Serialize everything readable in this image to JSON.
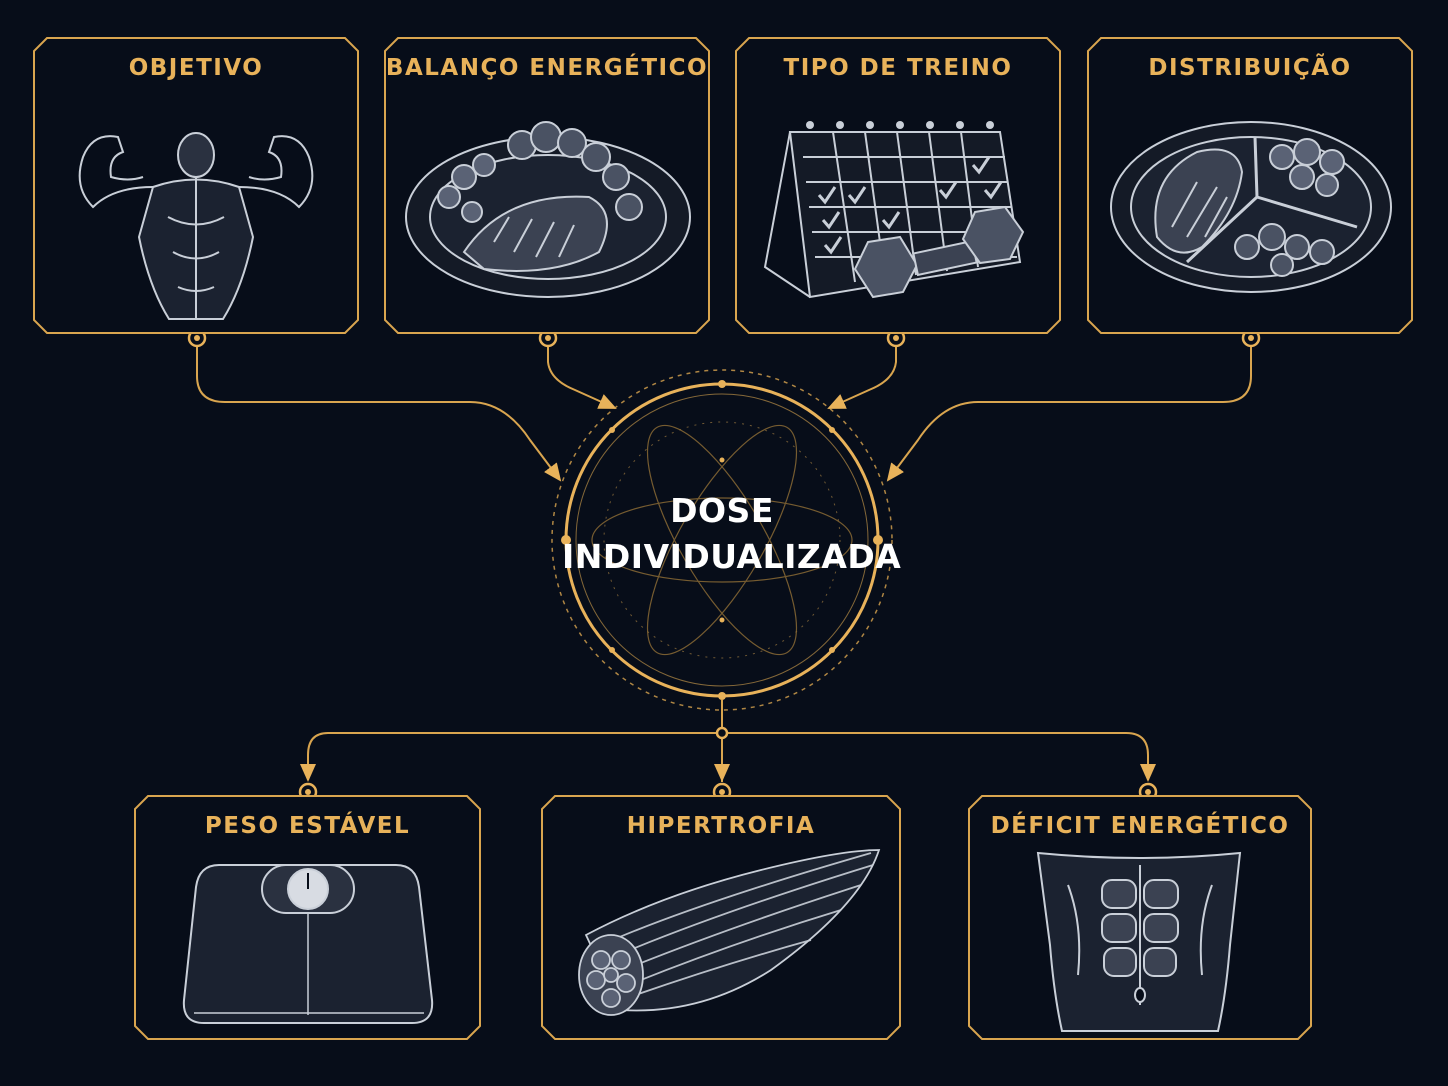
{
  "colors": {
    "background": "#070d19",
    "accent": "#e8b25a",
    "line": "#d9a54f",
    "art": "#c9cfd8",
    "hub_text": "#ffffff"
  },
  "hub": {
    "line1": "DOSE",
    "line2": "INDIVIDUALIZADA"
  },
  "inputs": [
    {
      "title": "OBJETIVO",
      "icon": "flexing-back-icon"
    },
    {
      "title": "BALANÇO ENERGÉTICO",
      "icon": "food-plate-icon"
    },
    {
      "title": "TIPO DE TREINO",
      "icon": "calendar-dumbbell-icon"
    },
    {
      "title": "DISTRIBUIÇÃO",
      "icon": "divided-plate-icon"
    }
  ],
  "outputs": [
    {
      "title": "PESO ESTÁVEL",
      "icon": "bathroom-scale-icon"
    },
    {
      "title": "HIPERTROFIA",
      "icon": "muscle-fiber-icon"
    },
    {
      "title": "DÉFICIT ENERGÉTICO",
      "icon": "abs-torso-icon"
    }
  ]
}
